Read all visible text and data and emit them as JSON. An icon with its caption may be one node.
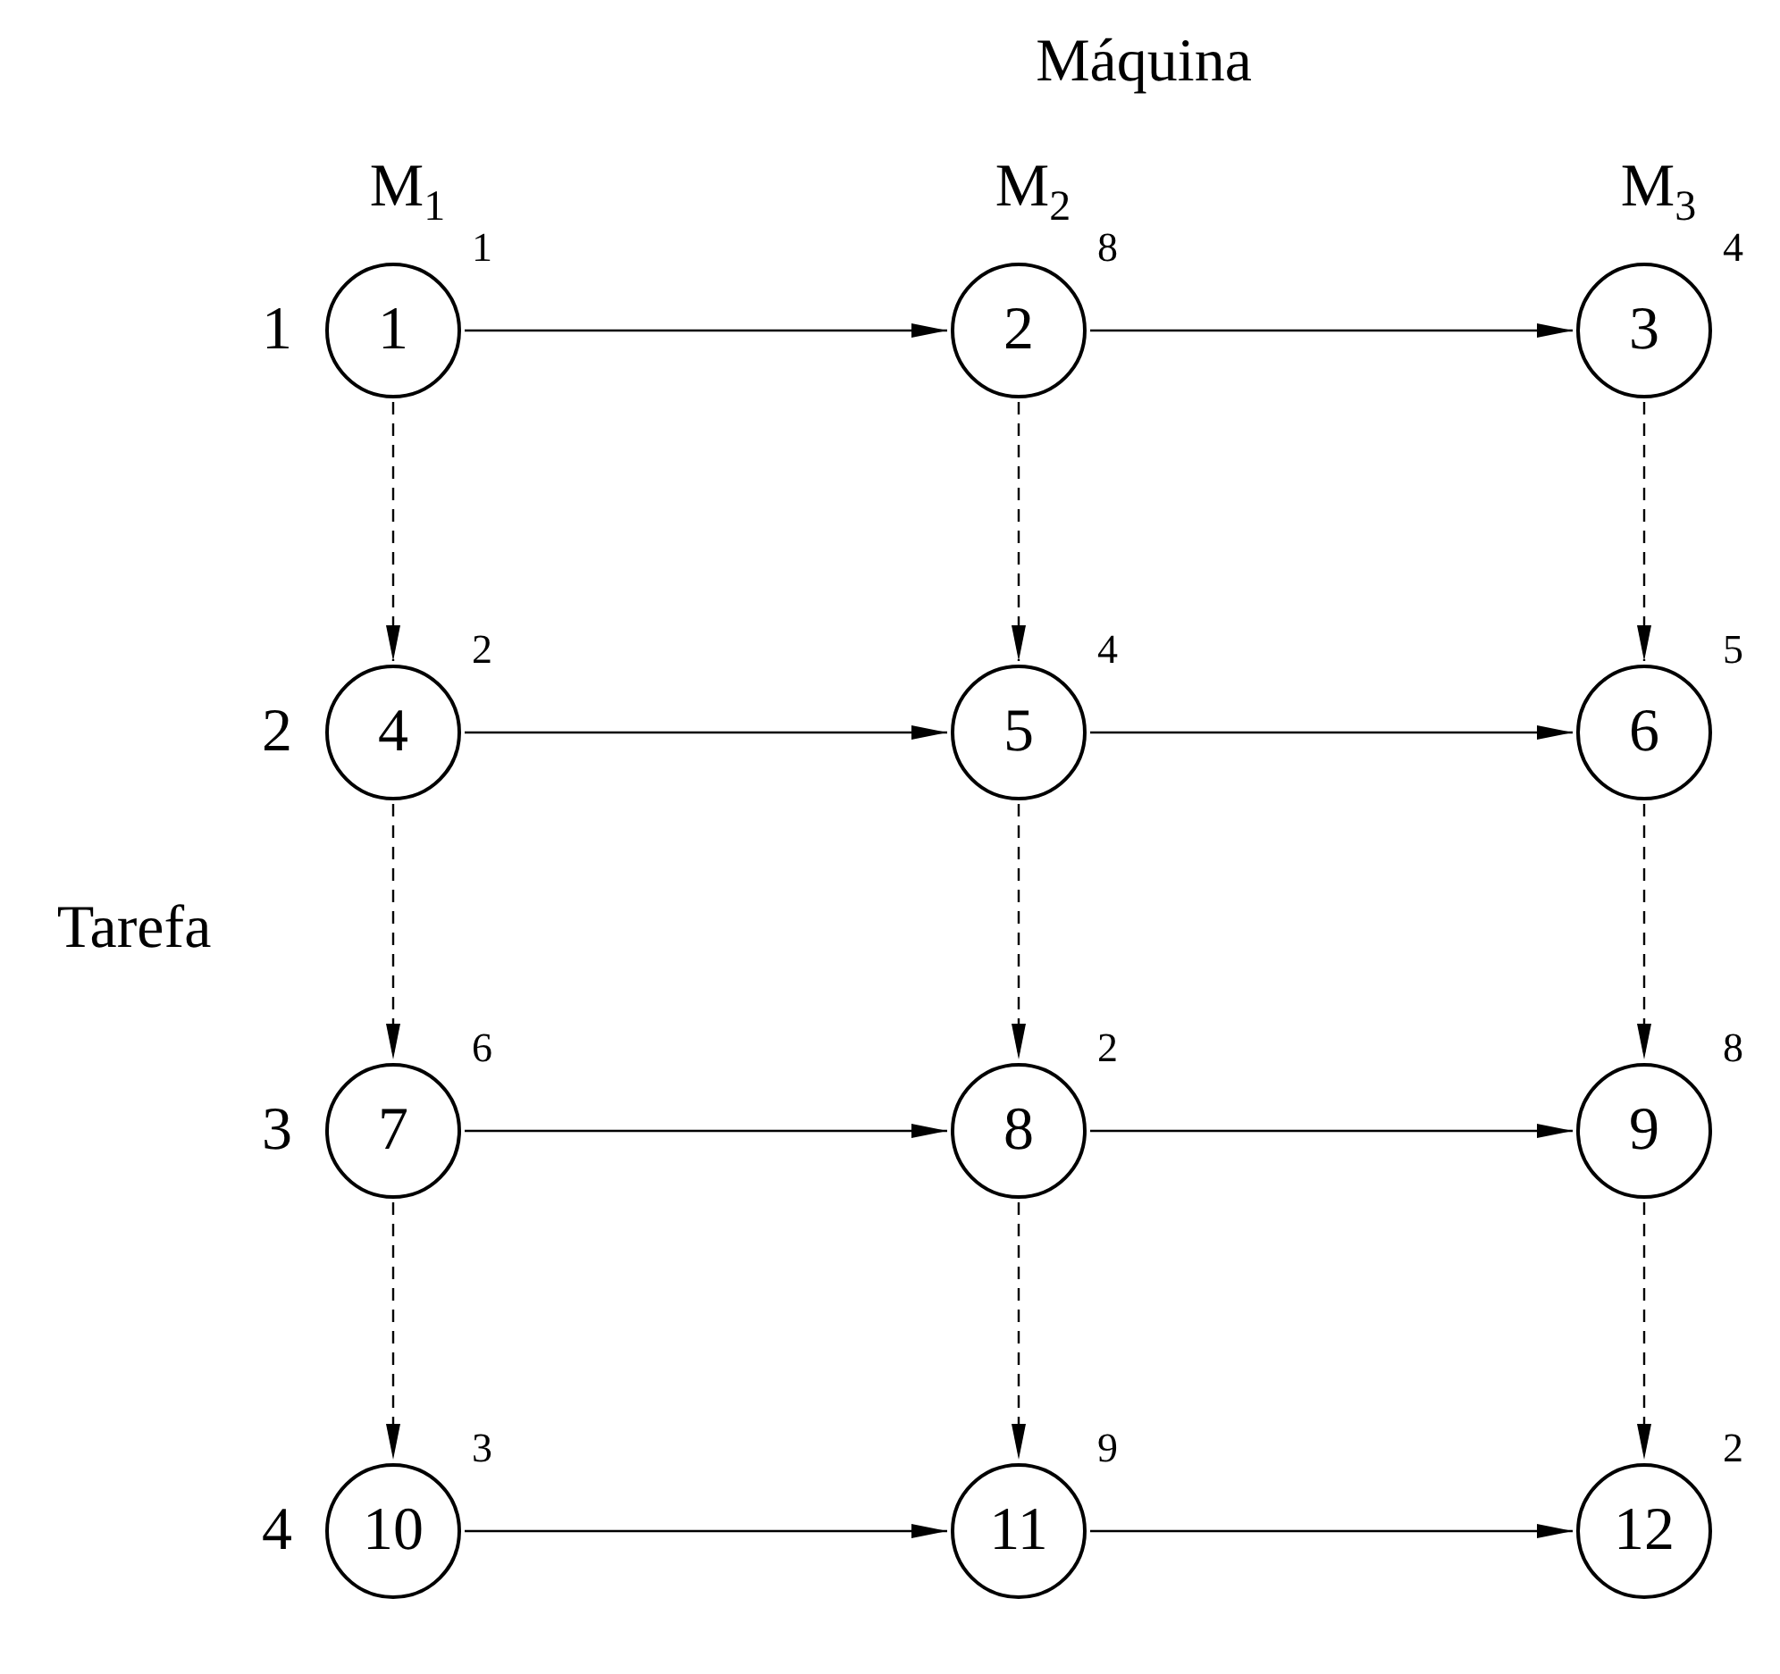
{
  "diagram": {
    "nodes": [
      {
        "text": [
          "1"
        ],
        "beside": [
          "1"
        ]
      },
      {
        "text": [
          "2"
        ],
        "beside": [
          "8"
        ]
      },
      {
        "text": [
          "3"
        ],
        "beside": [
          "4"
        ]
      },
      {
        "text": [
          "4"
        ],
        "beside": [
          "2"
        ]
      },
      {
        "text": [
          "5"
        ],
        "beside": [
          "4"
        ]
      },
      {
        "text": [
          "6"
        ],
        "beside": [
          "5"
        ]
      },
      {
        "text": [
          "7"
        ],
        "beside": [
          "6"
        ]
      },
      {
        "text": [
          "8"
        ],
        "beside": [
          "2"
        ]
      },
      {
        "text": [
          "9"
        ],
        "beside": [
          "8"
        ]
      },
      {
        "text": [
          "10"
        ],
        "beside": [
          "3"
        ]
      },
      {
        "text": [
          "11"
        ],
        "beside": [
          "9"
        ]
      },
      {
        "text": [
          "12"
        ],
        "beside": [
          "2"
        ]
      }
    ],
    "edges": [
      {
        "from": 0,
        "to": 1,
        "arrow": "to"
      },
      {
        "from": 1,
        "to": 2,
        "arrow": "to"
      },
      {
        "from": 0,
        "to": 3,
        "arrow": "to",
        "style": "dashed"
      },
      {
        "from": 1,
        "to": 4,
        "arrow": "to",
        "style": "dashed"
      },
      {
        "from": 2,
        "to": 5,
        "arrow": "to",
        "style": "dashed"
      },
      {
        "from": 3,
        "to": 4,
        "arrow": "to"
      },
      {
        "from": 4,
        "to": 5,
        "arrow": "to"
      },
      {
        "from": 3,
        "to": 6,
        "arrow": "to",
        "style": "dashed"
      },
      {
        "from": 4,
        "to": 7,
        "arrow": "to",
        "style": "dashed"
      },
      {
        "from": 5,
        "to": 8,
        "arrow": "to",
        "style": "dashed"
      },
      {
        "from": 6,
        "to": 7,
        "arrow": "to"
      },
      {
        "from": 7,
        "to": 8,
        "arrow": "to"
      },
      {
        "from": 6,
        "to": 9,
        "arrow": "to",
        "style": "dashed"
      },
      {
        "from": 7,
        "to": 10,
        "arrow": "to",
        "style": "dashed"
      },
      {
        "from": 8,
        "to": 11,
        "arrow": "to",
        "style": "dashed"
      },
      {
        "from": 9,
        "to": 10,
        "arrow": "to"
      },
      {
        "from": 10,
        "to": 11,
        "arrow": "to"
      }
    ],
    "labels": [
      "Máquina",
      "M$_{1}$",
      "M$_{2}$",
      "M$_{3}$",
      "1",
      "2",
      "Tarefa",
      "3",
      "4"
    ]
  }
}
